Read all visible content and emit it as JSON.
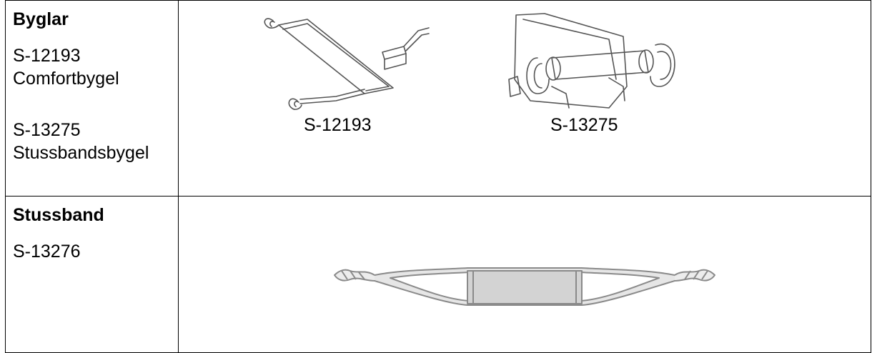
{
  "rows": [
    {
      "title": "Byglar",
      "items": [
        {
          "code": "S-12193",
          "name": "Comfortbygel"
        },
        {
          "code": "S-13275",
          "name": "Stussbandsbygel"
        }
      ],
      "captions": [
        "S-12193",
        "S-13275"
      ]
    },
    {
      "title": "Stussband",
      "items": [
        {
          "code": "S-13276"
        }
      ]
    }
  ],
  "colors": {
    "line": "#000000",
    "strap_fill": "#d3d3d3",
    "strap_stroke": "#8a8a8a"
  }
}
